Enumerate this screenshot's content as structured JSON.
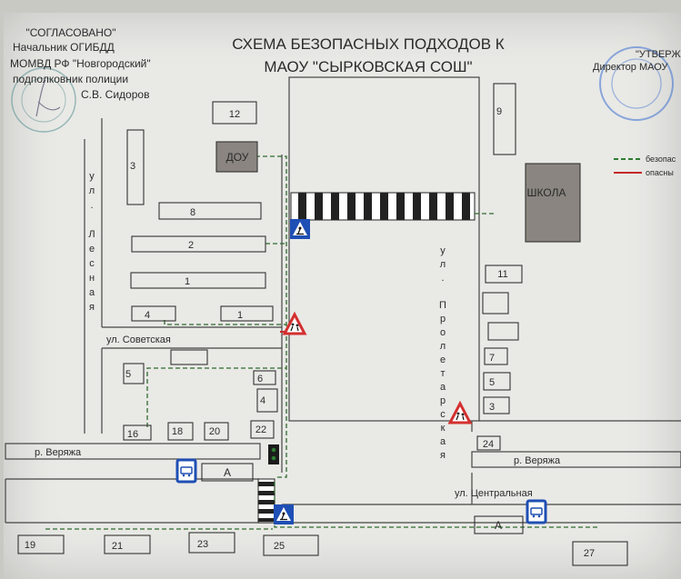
{
  "title": {
    "line1": "СХЕМА БЕЗОПАСНЫХ ПОДХОДОВ К",
    "line2": "МАОУ \"СЫРКОВСКАЯ СОШ\""
  },
  "approval_left": {
    "line1": "\"СОГЛАСОВАНО\"",
    "line2": "Начальник ОГИБДД",
    "line3": "МОМВД РФ \"Новгородский\"",
    "line4": "подполковник полиции",
    "line5": "С.В. Сидоров"
  },
  "approval_right": {
    "line1": "\"УТВЕРЖ",
    "line2": "Директор МАОУ"
  },
  "legend": {
    "safe": "безопас",
    "danger": "опасны",
    "safe_color": "#2e7d32",
    "danger_color": "#c62828"
  },
  "streets": {
    "lesnaya": "ул. Лесная",
    "sovetskaya": "ул. Советская",
    "proletarskaya": "ул. Пролетарская",
    "veryazha_left": "р. Веряжа",
    "veryazha_right": "р. Веряжа",
    "tsentralnaya": "ул. Центральная"
  },
  "buildings": {
    "b12": "12",
    "dou": "ДОУ",
    "b9": "9",
    "b3_left": "3",
    "b8": "8",
    "b2": "2",
    "b1_big": "1",
    "b4_left": "4",
    "b1_small": "1",
    "school": "ШКОЛА",
    "b11": "11",
    "b7": "7",
    "b5_right": "5",
    "b3_right": "3",
    "b5_left": "5",
    "b6": "6",
    "b4_mid": "4",
    "b16": "16",
    "b18": "18",
    "b20": "20",
    "b22": "22",
    "b24": "24",
    "b19": "19",
    "b21": "21",
    "b23": "23",
    "b25": "25",
    "b27": "27",
    "stop_a_left": "А",
    "stop_a_right": "А"
  },
  "icons": {
    "crosswalk_sign": "pedestrian-crossing-sign-icon",
    "warning_sign": "children-warning-sign-icon",
    "bus_stop": "bus-stop-sign-icon",
    "traffic_light": "traffic-light-icon",
    "seal": "seal-stamp-icon"
  },
  "colors": {
    "sign_blue": "#1e4fb4",
    "warning_red": "#d32f2f",
    "building_fill": "#8a8580",
    "path_green": "#2e7d32"
  }
}
